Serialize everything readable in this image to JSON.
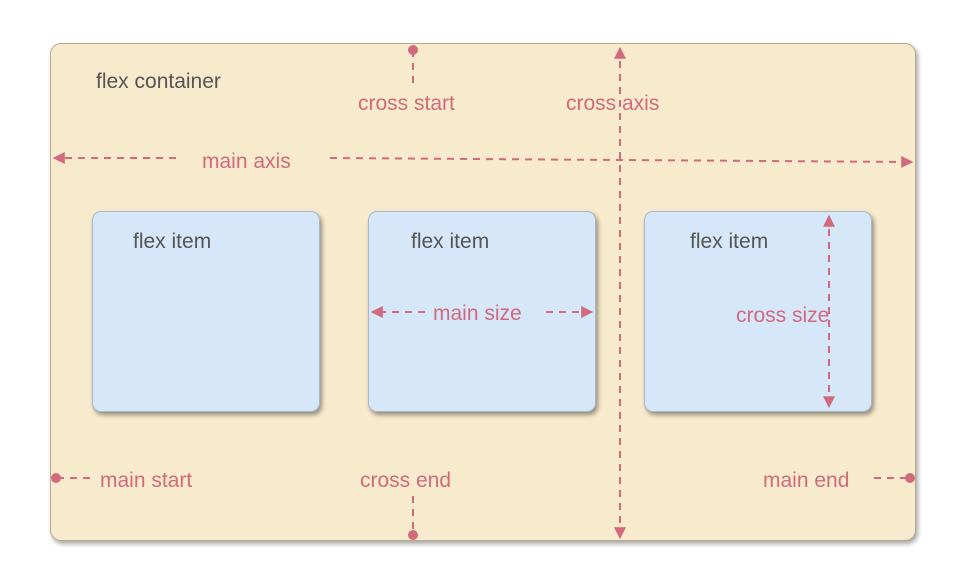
{
  "container": {
    "label": "flex container"
  },
  "items": [
    {
      "label": "flex item"
    },
    {
      "label": "flex item"
    },
    {
      "label": "flex item"
    }
  ],
  "annotations": {
    "cross_start": "cross start",
    "cross_axis": "cross axis",
    "main_axis": "main axis",
    "main_size": "main size",
    "cross_size": "cross size",
    "main_start": "main start",
    "cross_end": "cross end",
    "main_end": "main end"
  },
  "colors": {
    "container_fill": "#f8ebcd",
    "item_fill": "#d6e7f9",
    "annotation": "#d16a7c",
    "text": "#555555"
  }
}
